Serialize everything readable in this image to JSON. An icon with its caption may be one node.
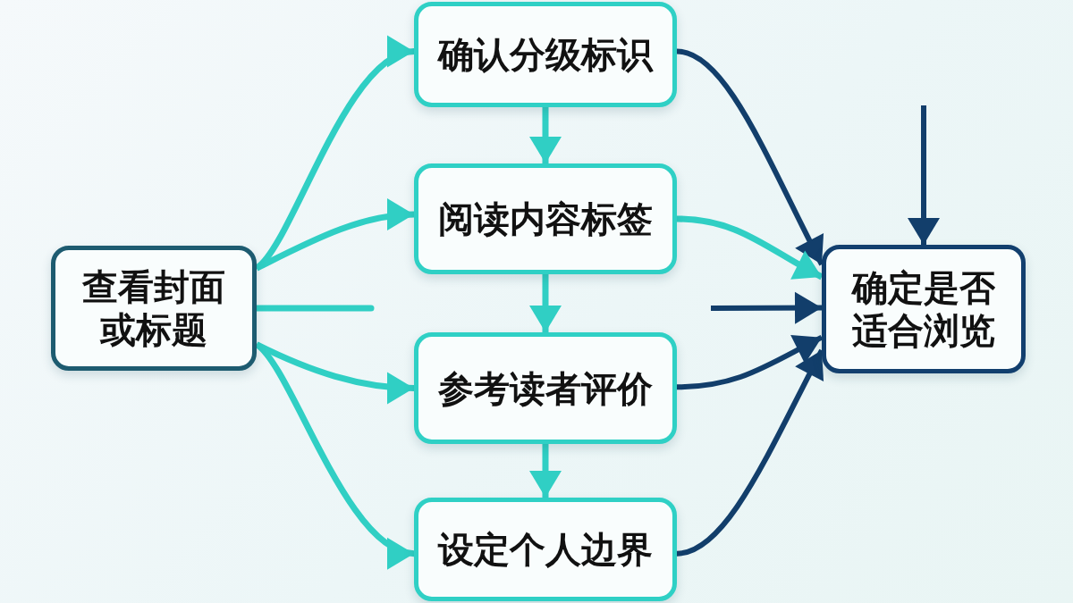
{
  "diagram": {
    "nodes": [
      {
        "text": [
          "查看封面或标题"
        ]
      },
      {
        "text": [
          "确认分级标识"
        ]
      },
      {
        "text": [
          "阅读内容标签"
        ]
      },
      {
        "text": [
          "参考读者评价"
        ]
      },
      {
        "text": [
          "设定个人边界"
        ]
      },
      {
        "text": [
          "确定是否适合浏览"
        ]
      }
    ],
    "edges": [
      {
        "from": 0,
        "to": 1,
        "arrow": "to"
      },
      {
        "from": 0,
        "to": 2,
        "arrow": "to"
      },
      {
        "from": 0,
        "to": 3,
        "arrow": "to"
      },
      {
        "from": 0,
        "to": 4,
        "arrow": "to"
      },
      {
        "from": 0,
        "to": null,
        "arrow": "none"
      },
      {
        "from": 1,
        "to": 2,
        "arrow": "to"
      },
      {
        "from": 2,
        "to": 3,
        "arrow": "to"
      },
      {
        "from": 3,
        "to": 4,
        "arrow": "to"
      },
      {
        "from": 1,
        "to": 5,
        "arrow": "to",
        "color": "#123e6b"
      },
      {
        "from": 2,
        "to": 5,
        "arrow": "to"
      },
      {
        "from": null,
        "to": 5,
        "arrow": "to",
        "color": "#123e6b"
      },
      {
        "from": 3,
        "to": 5,
        "arrow": "to",
        "color": "#123e6b"
      },
      {
        "from": 4,
        "to": 5,
        "arrow": "to",
        "color": "#123e6b"
      },
      {
        "from": null,
        "to": 5,
        "arrow": "to",
        "color": "#123e6b"
      }
    ]
  }
}
